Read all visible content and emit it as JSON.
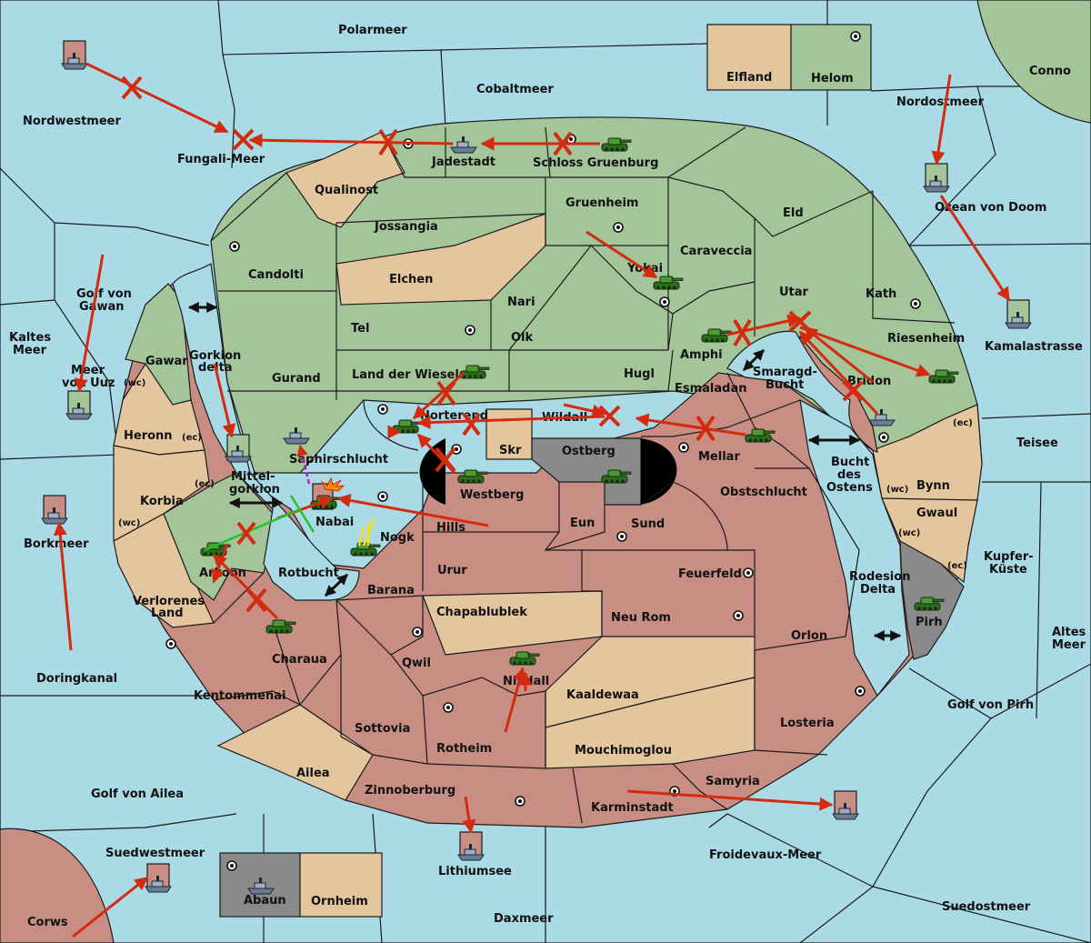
{
  "regions": {
    "polarmeer": "Polarmeer",
    "cobaltmeer": "Cobaltmeer",
    "nordwestmeer": "Nordwestmeer",
    "fungali_meer": "Fungali-Meer",
    "nordostmeer": "Nordostmeer",
    "conno": "Conno",
    "elfland": "Elfland",
    "helom": "Helom",
    "ozean_von_doom": "Ozean von Doom",
    "kamalastrasse": "Kamalastrasse",
    "jadestadt": "Jadestadt",
    "schloss_gruenburg": "Schloss Gruenburg",
    "qualinost": "Qualinost",
    "gruenheim": "Gruenheim",
    "eld": "Eld",
    "jossangia": "Jossangia",
    "candolti": "Candolti",
    "elchen": "Elchen",
    "caraveccia": "Caraveccia",
    "yokai": "Yokai",
    "nari": "Nari",
    "utar": "Utar",
    "kath": "Kath",
    "tel": "Tel",
    "olk": "Olk",
    "golf_von_gawan": "Golf von Gawan",
    "kaltes_meer": "Kaltes Meer",
    "meer_von_uuz": "Meer von Uuz",
    "gawar": "Gawar",
    "gorkion_delta": "Gorkion delta",
    "gurand": "Gurand",
    "land_der_wiesel": "Land der Wiesel",
    "hugl": "Hugl",
    "amphi": "Amphi",
    "riesenheim": "Riesenheim",
    "smaragd_bucht": "Smaragd-Bucht",
    "bridon": "Bridon",
    "esmaladan": "Esmaladan",
    "norterend": "Norterend",
    "wildall": "Wildall",
    "heronn": "Heronn",
    "skr": "Skr",
    "ostberg": "Ostberg",
    "mellar": "Mellar",
    "teisee": "Teisee",
    "saphirschlucht": "Saphirschlucht",
    "westberg": "Westberg",
    "mittelgorkion": "Mittel-gorkion",
    "korbia": "Korbia",
    "obstschlucht": "Obstschlucht",
    "bucht_des_ostens": "Bucht des Ostens",
    "bynn": "Bynn",
    "nabai": "Nabai",
    "hills": "Hills",
    "eun": "Eun",
    "sund": "Sund",
    "gwaul": "Gwaul",
    "borkmeer": "Borkmeer",
    "nogk": "Nogk",
    "kupfer_kueste": "Kupfer-Küste",
    "arkoon": "Arkoon",
    "rotbucht": "Rotbucht",
    "urur": "Urur",
    "feuerfeld": "Feuerfeld",
    "rodesion_delta": "Rodesion Delta",
    "verlorenes_land": "Verlorenes Land",
    "barana": "Barana",
    "chapablublek": "Chapablublek",
    "neu_rom": "Neu Rom",
    "pirh": "Pirh",
    "altes_meer": "Altes Meer",
    "orlon": "Orlon",
    "charaua": "Charaua",
    "qwil": "Qwil",
    "doringkanal": "Doringkanal",
    "nilldall": "Nilldall",
    "kaaldewaa": "Kaaldewaa",
    "kentommenai": "Kentommenai",
    "golf_von_pirh": "Golf von Pirh",
    "losteria": "Losteria",
    "sottovia": "Sottovia",
    "rotheim": "Rotheim",
    "mouchimoglou": "Mouchimoglou",
    "ailea": "Ailea",
    "samyria": "Samyria",
    "golf_von_ailea": "Golf von Ailea",
    "zinnoberburg": "Zinnoberburg",
    "karminstadt": "Karminstadt",
    "suedwestmeer": "Suedwestmeer",
    "froidevaux_meer": "Froidevaux-Meer",
    "lithiumsee": "Lithiumsee",
    "abaun": "Abaun",
    "ornheim": "Ornheim",
    "suedostmeer": "Suedostmeer",
    "daxmeer": "Daxmeer",
    "corws": "Corws"
  },
  "coast_tags": {
    "heronn_ec": "(ec)",
    "korbia_ec": "(ec)",
    "korbia_wc": "(wc)",
    "gawar_wc": "(wc)",
    "bynn_wc": "(wc)",
    "gwaul_wc": "(wc)",
    "gwaul_ec": "(ec)",
    "riesenheim_ec": "(ec)"
  },
  "colors": {
    "sea": "#aadae6",
    "green_power": "#a4c59a",
    "red_power": "#c88e84",
    "neutral": "#e4c69e",
    "gray_power": "#8a8a8a",
    "order_arrow": "#d42a10"
  },
  "unit_types": {
    "army": "tank-icon",
    "fleet": "ship-icon"
  }
}
